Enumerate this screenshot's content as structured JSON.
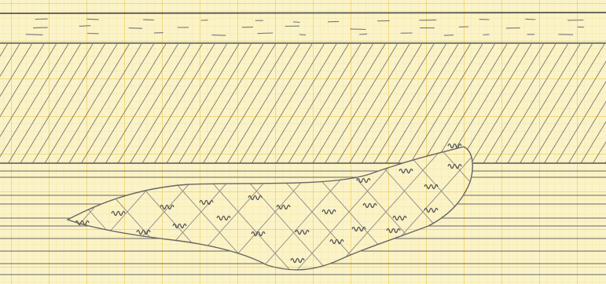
{
  "sheet": {
    "paper_color": "#fbf3c8",
    "grid_major_color": "#e9c94a",
    "grid_minor_color": "#f3e08f",
    "pencil_color": "#6f6f6f"
  },
  "layers": [
    {
      "name": "top-band",
      "pattern": "short-dashes"
    },
    {
      "name": "hatched-layer",
      "pattern": "diagonal-hatch"
    },
    {
      "name": "lower-layer",
      "pattern": "horizontal-lines"
    },
    {
      "name": "lens-body",
      "pattern": "cross-hatch-with-squiggles"
    }
  ]
}
